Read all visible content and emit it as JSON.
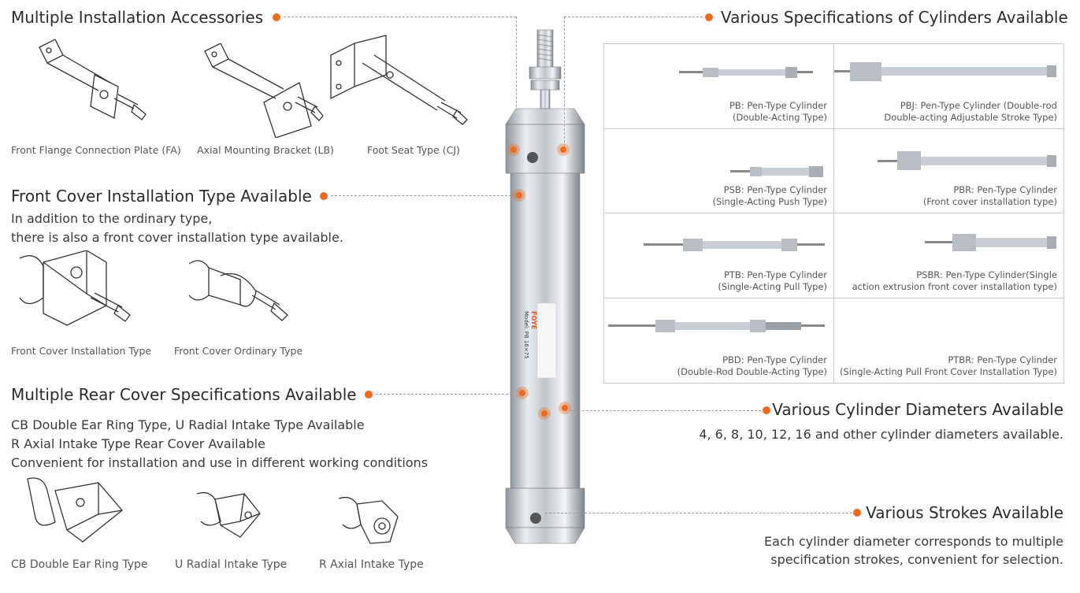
{
  "accessories": {
    "heading": "Multiple Installation Accessories",
    "items": [
      "Front Flange Connection Plate (FA)",
      "Axial Mounting Bracket (LB)",
      "Foot Seat Type (CJ)"
    ]
  },
  "front_cover": {
    "heading": "Front Cover Installation Type Available",
    "line1": "In addition to the ordinary type,",
    "line2": "there is also a front cover installation type available.",
    "items": [
      "Front Cover Installation Type",
      "Front Cover Ordinary Type"
    ]
  },
  "rear_cover": {
    "heading": "Multiple Rear Cover Specifications Available",
    "line1": "CB Double Ear Ring Type, U Radial Intake Type Available",
    "line2": "R Axial Intake Type Rear Cover Available",
    "line3": "Convenient for installation and use in different working conditions",
    "items": [
      "CB Double Ear Ring Type",
      "U Radial Intake Type",
      "R Axial Intake Type"
    ]
  },
  "specs": {
    "heading": "Various Specifications of Cylinders Available",
    "cells": [
      {
        "l1": "PB: Pen-Type Cylinder",
        "l2": "(Double-Acting Type)"
      },
      {
        "l1": "PBJ: Pen-Type Cylinder (Double-rod",
        "l2": "Double-acting Adjustable Stroke Type)"
      },
      {
        "l1": "PSB: Pen-Type Cylinder",
        "l2": "(Single-Acting Push Type)"
      },
      {
        "l1": "PBR:  Pen-Type Cylinder",
        "l2": "(Front cover installation type)"
      },
      {
        "l1": "PTB: Pen-Type Cylinder",
        "l2": "(Single-Acting Pull Type)"
      },
      {
        "l1": "PSBR:  Pen-Type Cylinder(Single",
        "l2": "action extrusion front cover installation type)"
      },
      {
        "l1": "PBD: Pen-Type Cylinder",
        "l2": "(Double-Rod Double-Acting Type)"
      },
      {
        "l1": "PTBR: Pen-Type Cylinder",
        "l2": "(Single-Acting Pull Front Cover Installation Type)"
      }
    ]
  },
  "diameters": {
    "heading": "Various Cylinder Diameters Available",
    "text": "4, 6, 8, 10, 12, 16 and other cylinder diameters available."
  },
  "strokes": {
    "heading": "Various Strokes Available",
    "line1": "Each cylinder diameter corresponds to multiple",
    "line2": "specification strokes, convenient for selection."
  },
  "cylinder": {
    "brand": "FOYE",
    "model": "Model: PB 16×75"
  },
  "colors": {
    "accent": "#ee6a1f",
    "text": "#2b2b2b",
    "metal": "#c8cdd2"
  }
}
